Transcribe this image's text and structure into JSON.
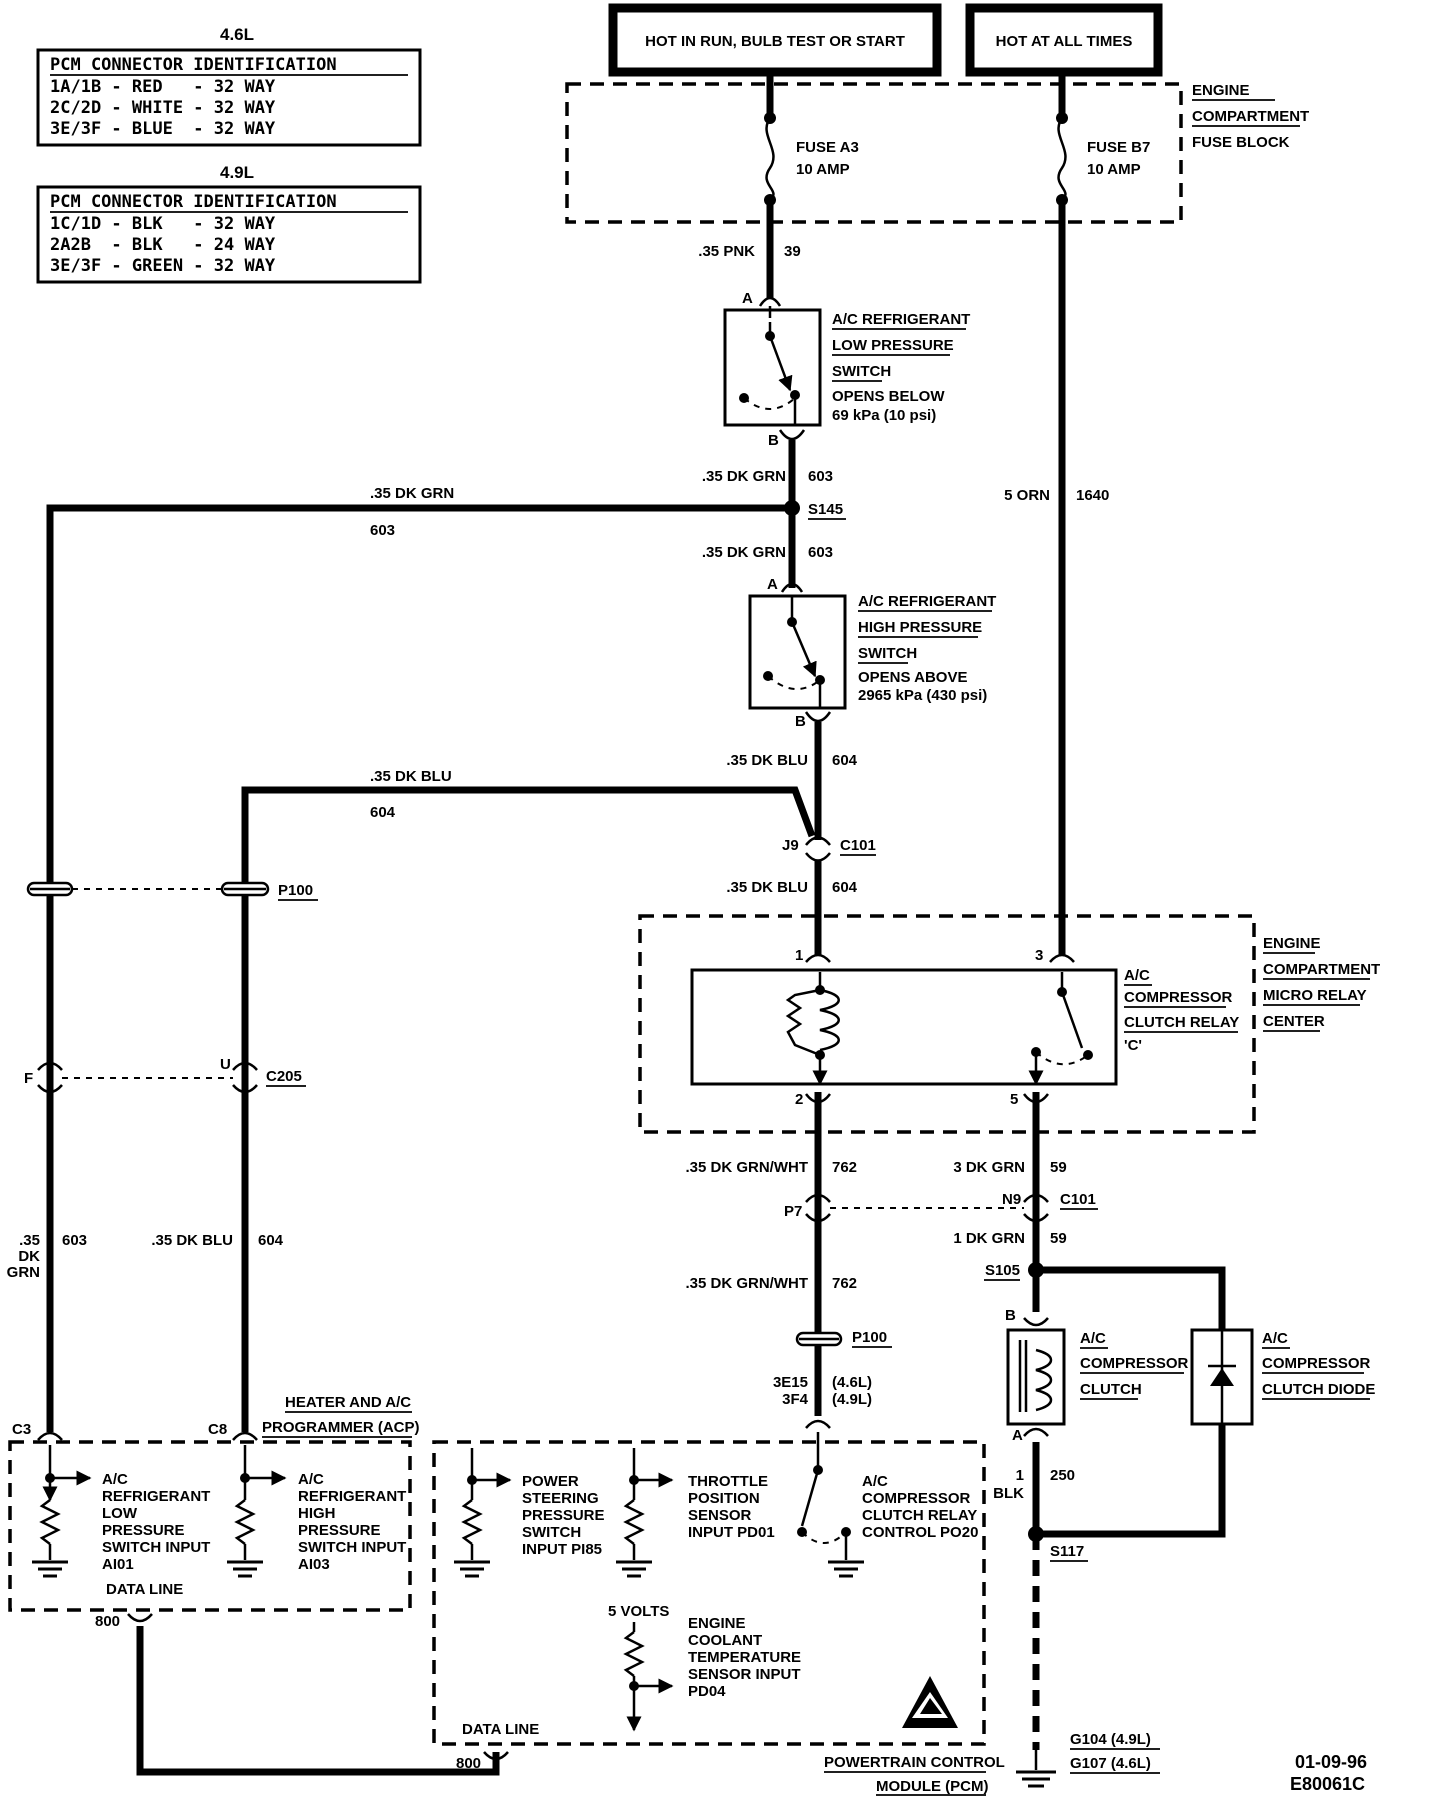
{
  "pcm_tables": [
    {
      "engine": "4.6L",
      "header": "PCM CONNECTOR IDENTIFICATION",
      "rows": [
        "1A/1B - RED   - 32 WAY",
        "2C/2D - WHITE - 32 WAY",
        "3E/3F - BLUE  - 32 WAY"
      ]
    },
    {
      "engine": "4.9L",
      "header": "PCM CONNECTOR IDENTIFICATION",
      "rows": [
        "1C/1D - BLK   - 32 WAY",
        "2A2B  - BLK   - 24 WAY",
        "3E/3F - GREEN - 32 WAY"
      ]
    }
  ],
  "power": {
    "run": "HOT IN RUN, BULB TEST OR START",
    "always": "HOT AT ALL TIMES"
  },
  "fuse_block": {
    "label": [
      "ENGINE",
      "COMPARTMENT",
      "FUSE BLOCK"
    ]
  },
  "fuses": [
    {
      "name": "FUSE A3",
      "rating": "10 AMP"
    },
    {
      "name": "FUSE B7",
      "rating": "10 AMP"
    }
  ],
  "wires": {
    "pnk": {
      "gauge": ".35 PNK",
      "circuit": "39"
    },
    "grn_top": {
      "gauge": ".35 DK GRN",
      "circuit": "603"
    },
    "grn_left": {
      "gauge": ".35 DK GRN",
      "circuit": "603"
    },
    "grn_mid": {
      "gauge": ".35 DK GRN",
      "circuit": "603"
    },
    "blu_a": {
      "gauge": ".35 DK BLU",
      "circuit": "604"
    },
    "blu_left": {
      "gauge": ".35 DK BLU",
      "circuit": "604"
    },
    "blu_b": {
      "gauge": ".35 DK BLU",
      "circuit": "604"
    },
    "orn": {
      "gauge": "5 ORN",
      "circuit": "1640"
    },
    "gw_a": {
      "gauge": ".35 DK GRN/WHT",
      "circuit": "762"
    },
    "gw_b": {
      "gauge": ".35 DK GRN/WHT",
      "circuit": "762"
    },
    "grn59_a": {
      "gauge": "3 DK GRN",
      "circuit": "59"
    },
    "grn59_b": {
      "gauge": "1 DK GRN",
      "circuit": "59"
    },
    "blk": {
      "gauge": "1",
      "gauge2": "BLK",
      "circuit": "250"
    },
    "low_left_grn": {
      "gauge": [
        ".35",
        "DK",
        "GRN"
      ],
      "circuit": "603"
    },
    "low_left_blu": {
      "gauge": ".35 DK BLU",
      "circuit": "604"
    },
    "data_left": {
      "circuit": "800"
    },
    "data_right": {
      "circuit": "800"
    }
  },
  "low_switch": {
    "label": [
      "A/C REFRIGERANT",
      "LOW PRESSURE",
      "SWITCH"
    ],
    "note": [
      "OPENS BELOW",
      "69 kPa (10 psi)"
    ],
    "pin_a": "A",
    "pin_b": "B"
  },
  "high_switch": {
    "label": [
      "A/C REFRIGERANT",
      "HIGH PRESSURE",
      "SWITCH"
    ],
    "note": [
      "OPENS ABOVE",
      "2965 kPa (430 psi)"
    ],
    "pin_a": "A",
    "pin_b": "B"
  },
  "splices": {
    "s145": "S145",
    "s105": "S105",
    "s117": "S117"
  },
  "connectors": {
    "c101_a": "C101",
    "j9": "J9",
    "p100_a": "P100",
    "c205": "C205",
    "f": "F",
    "u": "U",
    "p7": "P7",
    "n9": "N9",
    "c101_b": "C101",
    "p100_b": "P100",
    "pcm_pin": [
      "3E15",
      "3F4"
    ],
    "pcm_pin_eng": [
      "(4.6L)",
      "(4.9L)"
    ],
    "c3": "C3",
    "c8": "C8"
  },
  "relay": {
    "label": [
      "A/C",
      "COMPRESSOR",
      "CLUTCH RELAY",
      "'C'"
    ],
    "center": [
      "ENGINE",
      "COMPARTMENT",
      "MICRO RELAY",
      "CENTER"
    ],
    "pins": [
      "1",
      "3",
      "2",
      "5"
    ]
  },
  "clutch": {
    "label": [
      "A/C",
      "COMPRESSOR",
      "CLUTCH"
    ],
    "pin_b": "B",
    "pin_a": "A"
  },
  "diode": {
    "label": [
      "A/C",
      "COMPRESSOR",
      "CLUTCH DIODE"
    ]
  },
  "acp": {
    "title": [
      "HEATER AND A/C",
      "PROGRAMMER (ACP)"
    ],
    "low_input": [
      "A/C",
      "REFRIGERANT",
      "LOW",
      "PRESSURE",
      "SWITCH INPUT",
      "AI01"
    ],
    "high_input": [
      "A/C",
      "REFRIGERANT",
      "HIGH",
      "PRESSURE",
      "SWITCH INPUT",
      "AI03"
    ],
    "data_line": "DATA LINE"
  },
  "pcm": {
    "title": [
      "POWERTRAIN CONTROL",
      "MODULE (PCM)"
    ],
    "ps": [
      "POWER",
      "STEERING",
      "PRESSURE",
      "SWITCH",
      "INPUT PI85"
    ],
    "tps": [
      "THROTTLE",
      "POSITION",
      "SENSOR",
      "INPUT PD01"
    ],
    "relay_ctrl": [
      "A/C",
      "COMPRESSOR",
      "CLUTCH RELAY",
      "CONTROL PO20"
    ],
    "volts": "5 VOLTS",
    "ect": [
      "ENGINE",
      "COOLANT",
      "TEMPERATURE",
      "SENSOR INPUT",
      "PD04"
    ],
    "data_line": "DATA LINE"
  },
  "grounds": [
    "G104 (4.9L)",
    "G107 (4.6L)"
  ],
  "footer": [
    "01-09-96",
    "E80061C"
  ]
}
